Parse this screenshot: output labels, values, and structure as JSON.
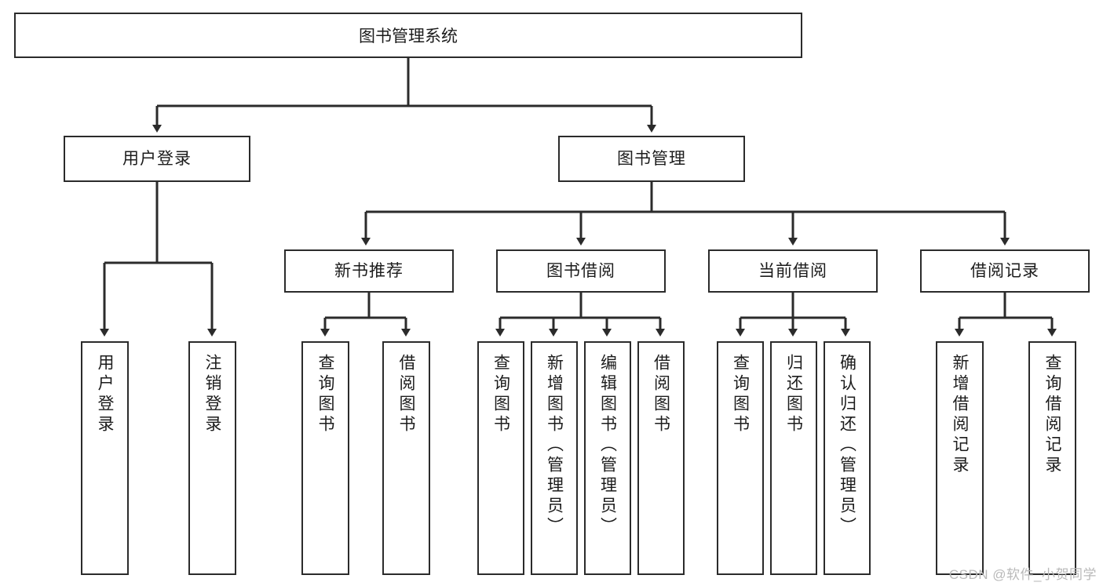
{
  "diagram": {
    "title": "图书管理系统",
    "watermark": "CSDN @软件_小贺同学",
    "colors": {
      "stroke": "#2b2b2b",
      "background": "#ffffff",
      "text": "#1c1c1c",
      "watermark": "#b9b9b9"
    },
    "root": {
      "label": "图书管理系统"
    },
    "level2": [
      {
        "label": "用户登录"
      },
      {
        "label": "图书管理"
      }
    ],
    "level3": [
      {
        "label": "新书推荐"
      },
      {
        "label": "图书借阅"
      },
      {
        "label": "当前借阅"
      },
      {
        "label": "借阅记录"
      }
    ],
    "leaves": {
      "user_login": [
        {
          "label": "用户登录"
        },
        {
          "label": "注销登录"
        }
      ],
      "new_book_recommend": [
        {
          "label": "查询图书"
        },
        {
          "label": "借阅图书"
        }
      ],
      "book_borrow": [
        {
          "label": "查询图书"
        },
        {
          "label": "新增图书（管理员）"
        },
        {
          "label": "编辑图书（管理员）"
        },
        {
          "label": "借阅图书"
        }
      ],
      "current_borrow": [
        {
          "label": "查询图书"
        },
        {
          "label": "归还图书"
        },
        {
          "label": "确认归还（管理员）"
        }
      ],
      "borrow_records": [
        {
          "label": "新增借阅记录"
        },
        {
          "label": "查询借阅记录"
        }
      ]
    }
  }
}
